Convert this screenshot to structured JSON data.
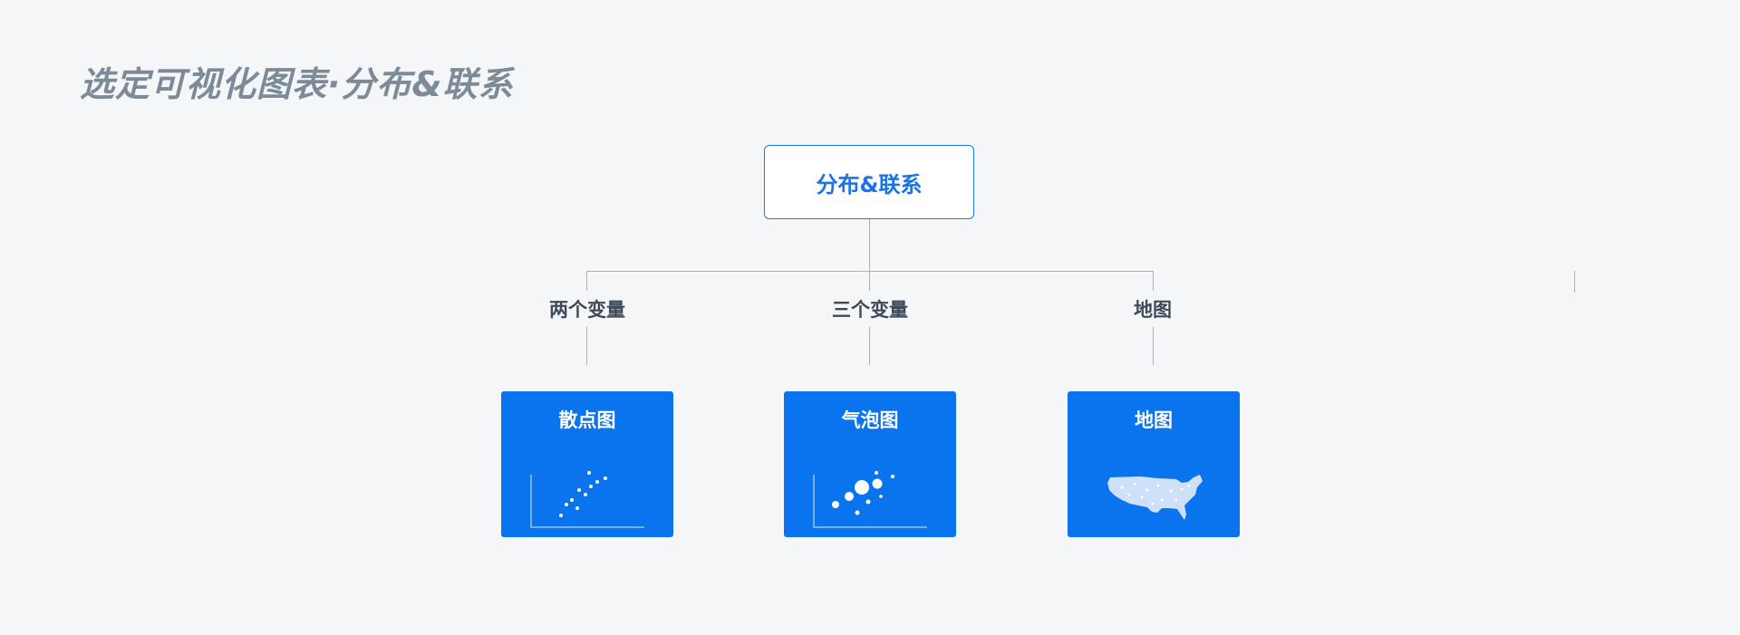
{
  "page": {
    "title": "选定可视化图表·分布&联系"
  },
  "tree": {
    "root": {
      "label": "分布&联系"
    },
    "branches": [
      {
        "label": "两个变量",
        "card": {
          "title": "散点图",
          "icon": "scatter-chart-icon"
        }
      },
      {
        "label": "三个变量",
        "card": {
          "title": "气泡图",
          "icon": "bubble-chart-icon"
        }
      },
      {
        "label": "地图",
        "card": {
          "title": "地图",
          "icon": "us-map-icon"
        }
      }
    ]
  },
  "colors": {
    "accent": "#0a74ee",
    "root_border": "#1f78e8",
    "connector": "#a9b4c0",
    "title": "#7d8a98"
  }
}
